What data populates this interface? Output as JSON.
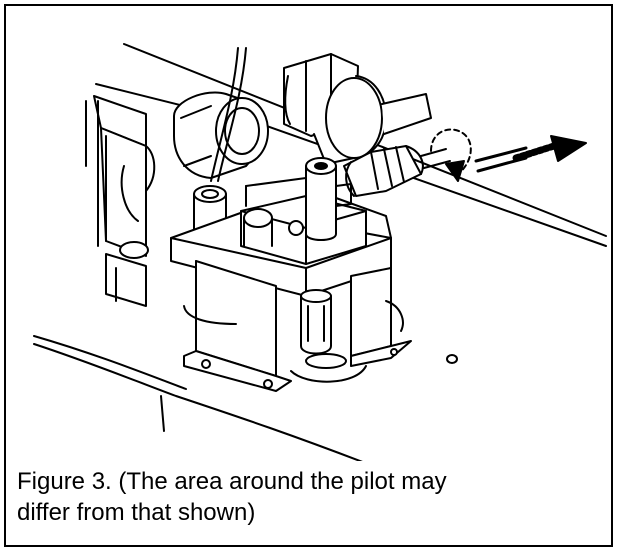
{
  "caption": {
    "line1": "Figure 3. (The area around the pilot may",
    "line2": "differ from that shown)"
  },
  "illustration": {
    "subject": "pilot-assembly-line-drawing",
    "stroke_color": "#000000",
    "fill_color": "#ffffff"
  }
}
